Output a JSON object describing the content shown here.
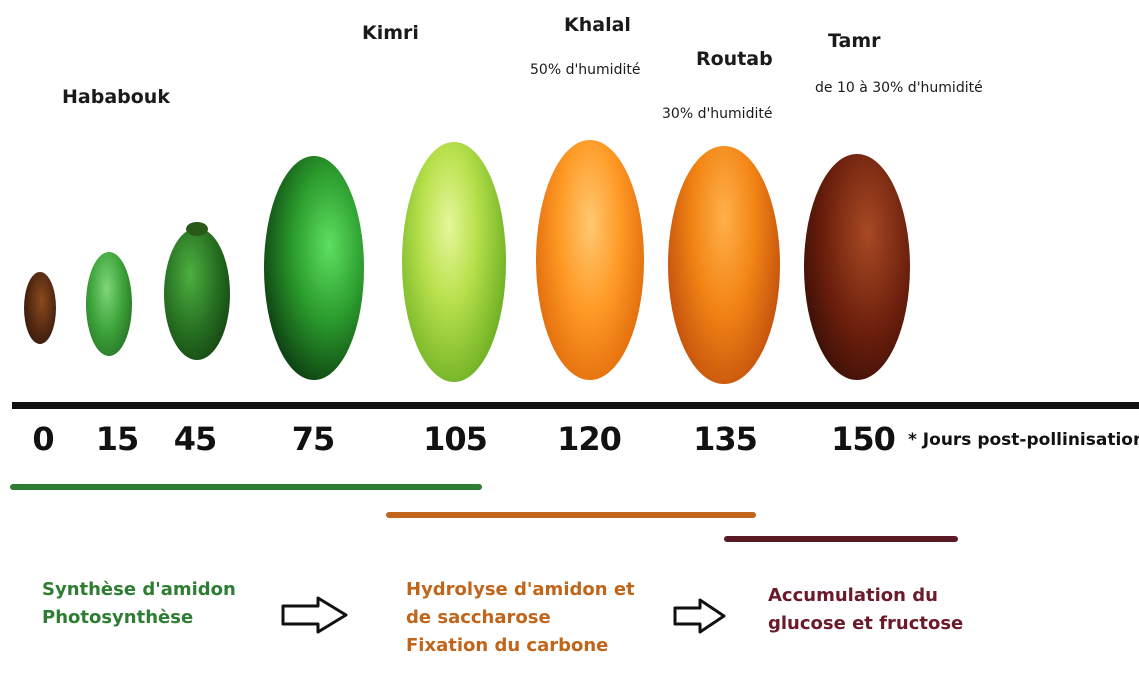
{
  "stages": [
    {
      "name": "Hababouk",
      "sub": ""
    },
    {
      "name": "Kimri",
      "sub": ""
    },
    {
      "name": "Khalal",
      "sub": "50% d'humidité"
    },
    {
      "name": "Routab",
      "sub": "30% d'humidité"
    },
    {
      "name": "Tamr",
      "sub": "de 10 à 30% d'humidité"
    }
  ],
  "days": [
    "0",
    "15",
    "45",
    "75",
    "105",
    "120",
    "135",
    "150"
  ],
  "axis_note": "* Jours post-pollinisation",
  "processes": [
    {
      "lines": [
        "Synthèse d'amidon",
        "Photosynthèse"
      ],
      "color": "#2e7d32"
    },
    {
      "lines": [
        "Hydrolyse d'amidon et",
        "de saccharose",
        "Fixation du carbone"
      ],
      "color": "#c0651a"
    },
    {
      "lines": [
        "Accumulation du",
        "glucose et fructose"
      ],
      "color": "#6b1a2a"
    }
  ],
  "colors": {
    "green_bar": "#2e7d32",
    "orange_bar": "#c0651a",
    "maroon_bar": "#5a1a25",
    "axis": "#111111"
  }
}
